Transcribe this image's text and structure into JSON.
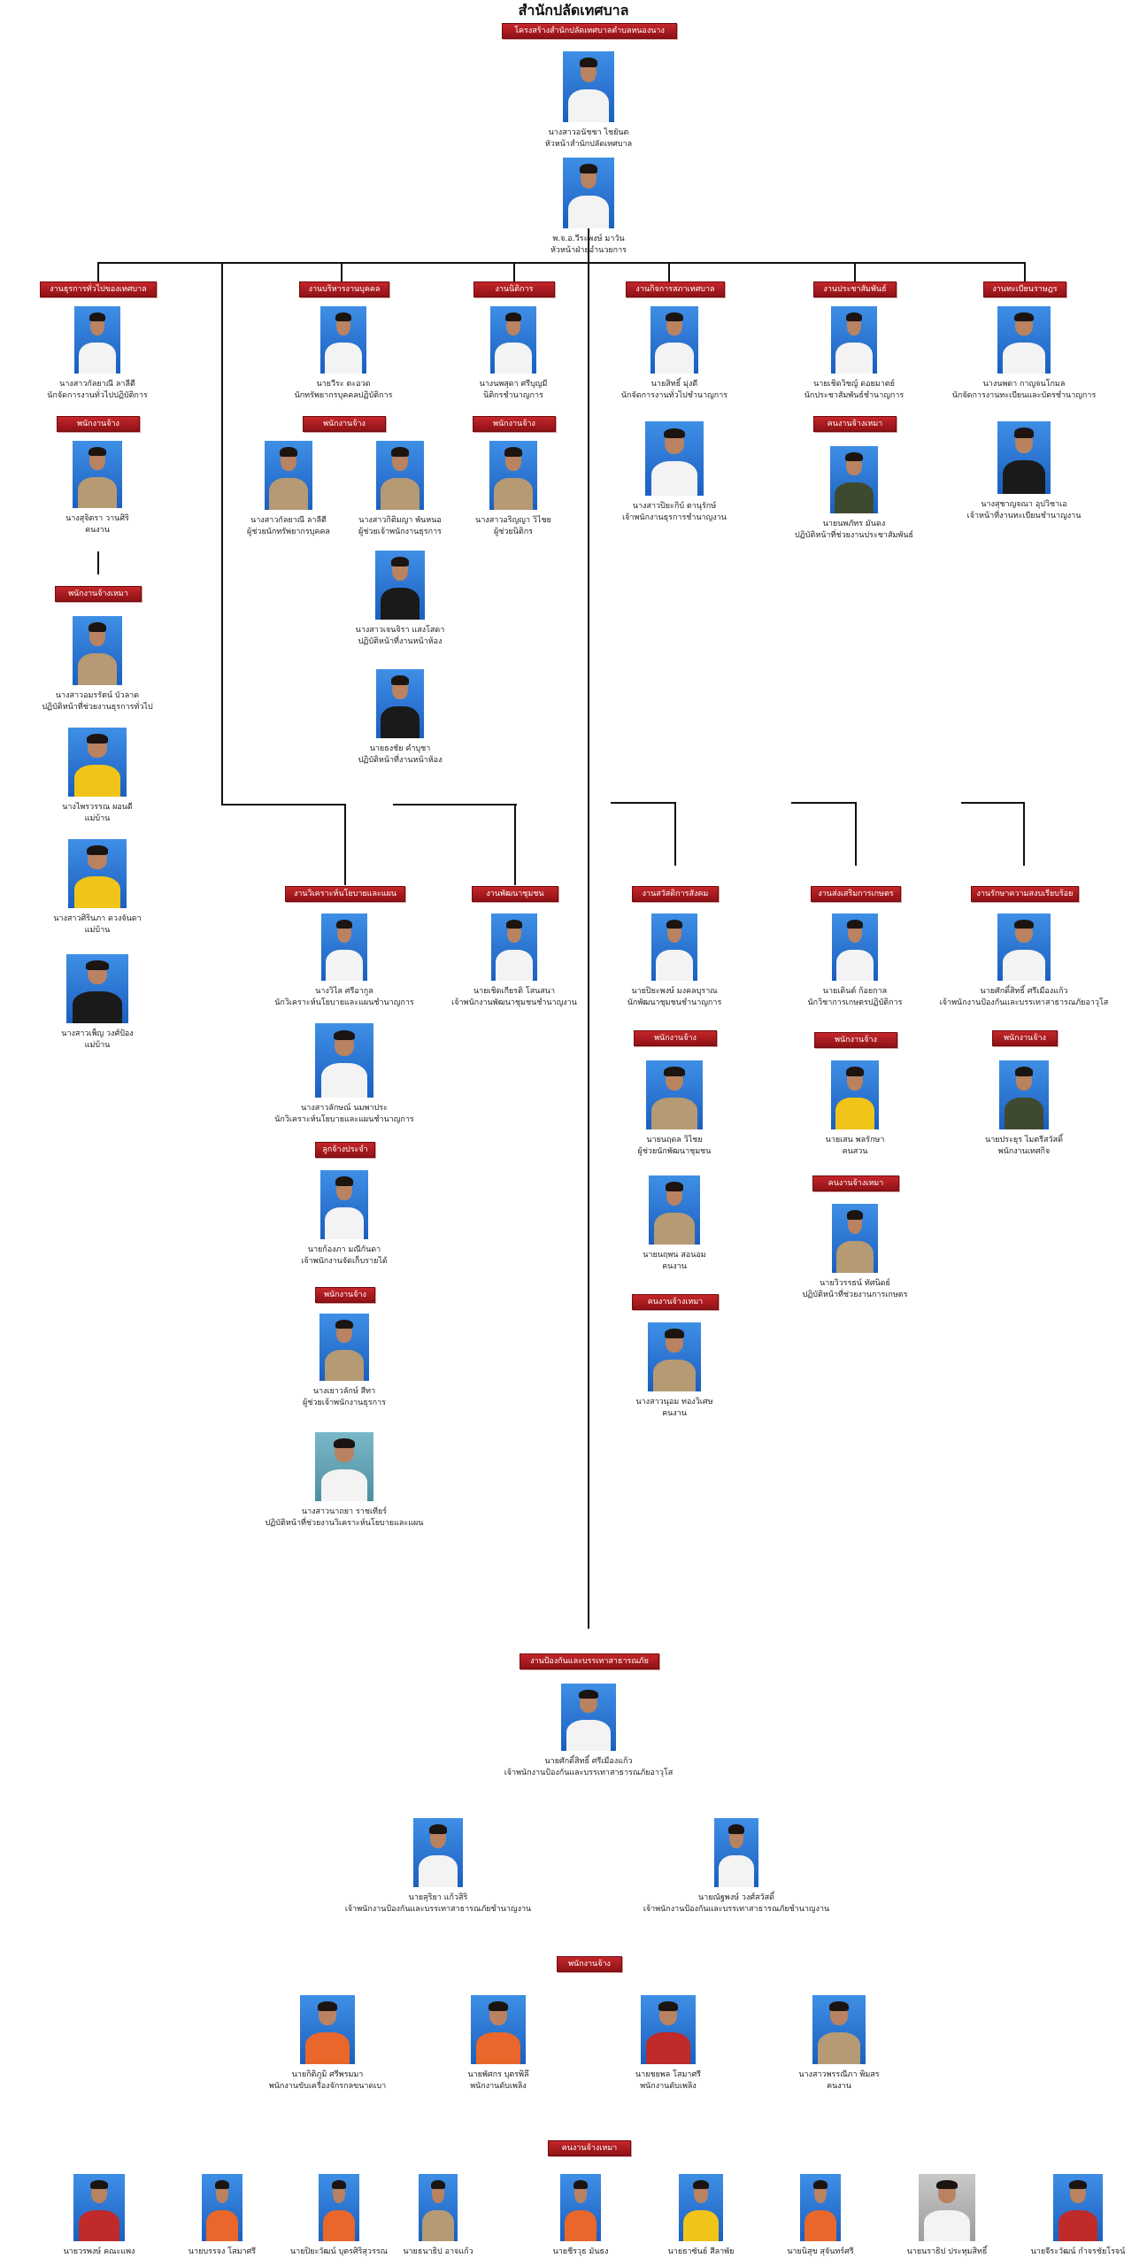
{
  "page_title": "สำนักปลัดเทศบาล",
  "top": {
    "banner": "โครงสร้างสำนักปลัดเทศบาลตำบลหนองนาง",
    "head": {
      "name": "นางสาวอนัชชา ไชยันต",
      "position": "หัวหน้าสำนักปลัดเทศบาล"
    },
    "admin": {
      "name": "พ.จ.อ.วีระพงษ์ มาวัน",
      "position": "หัวหน้าฝ่ายอำนวยการ"
    }
  },
  "sections": {
    "general": {
      "banner": "งานธุรการทั่วไปของเทศบาล",
      "officer": {
        "name": "นางสาวกัลยาณี ลาลีตี",
        "position": "นักจัดการงานทั่วไปปฏิบัติการ"
      },
      "staff_banner": "พนักงานจ้าง",
      "staff": {
        "name": "นางสุจิตรา วานศิริ",
        "position": "คนงาน"
      },
      "general_banner": "พนักงานจ้างเหมา",
      "general_staff": [
        {
          "name": "นางสาวอมรรัตน์ บัวลาด",
          "position": "ปฏิบัติหน้าที่ช่วยงานธุรการทั่วไป"
        },
        {
          "name": "นางไพรวรรณ ผอนดี",
          "position": "แม่บ้าน"
        },
        {
          "name": "นางสาวศิรินภา ดวงจันดา",
          "position": "แม่บ้าน"
        },
        {
          "name": "นางสาวเพ็ญ วงศ์ป้อง",
          "position": "แม่บ้าน"
        }
      ]
    },
    "personnel": {
      "banner": "งานบริหารงานบุคคล",
      "officer": {
        "name": "นายวีระ ตะอวด",
        "position": "นักทรัพยากรบุคคลปฏิบัติการ"
      },
      "staff_banner": "พนักงานจ้าง",
      "staff": [
        {
          "name": "นางสาวกัลยาณี ลาลีตี",
          "position": "ผู้ช่วยนักทรัพยากรบุคคล"
        },
        {
          "name": "นางสาวกิติมญา พันหนอ",
          "position": "ผู้ช่วยเจ้าพนักงานธุรการ"
        },
        {
          "name": "นางสาวเจนจิรา แสงโสดา",
          "position": "ปฏิบัติหน้าที่งานหน้าห้อง"
        },
        {
          "name": "นายธงชัย คำบุชา",
          "position": "ปฏิบัติหน้าที่งานหน้าห้อง"
        }
      ]
    },
    "legal": {
      "banner": "งานนิติการ",
      "officer": {
        "name": "นางนพสุดา ศรีบุญมี",
        "position": "นิติกรชำนาญการ"
      },
      "staff_banner": "พนักงานจ้าง",
      "staff": {
        "name": "นางสาวอริญญา วิไชย",
        "position": "ผู้ช่วยนิติกร"
      }
    },
    "council": {
      "banner": "งานกิจการสภาเทศบาล",
      "officer": {
        "name": "นายสิทธิ์ มุ่งดี",
        "position": "นักจัดการงานทั่วไปชำนาญการ"
      },
      "officer2": {
        "name": "นางสาวปิยะกิบ์ ตานุรักษ์",
        "position": "เจ้าพนักงานธุรการชำนาญงาน"
      }
    },
    "pr": {
      "banner": "งานประชาสัมพันธ์",
      "officer": {
        "name": "นายเชิดวิชญ์ ดอยมาตย์",
        "position": "นักประชาสัมพันธ์ชำนาญการ"
      },
      "staff_banner": "คนงานจ้างเหมา",
      "staff": {
        "name": "นายนพภัทร มันดง",
        "position": "ปฏิบัติหน้าที่ช่วยงานประชาสัมพันธ์"
      }
    },
    "registration": {
      "banner": "งานทะเบียนราษฎร",
      "officer": {
        "name": "นางนพดา กาญจนโกมล",
        "position": "นักจัดการงานทะเบียนและบัตรชำนาญการ"
      },
      "officer2": {
        "name": "นางสุชาญจณา อุปวิชาเอ",
        "position": "เจ้าหน้าที่งานทะเบียนชำนาญงาน"
      }
    },
    "policy": {
      "banner": "งานวิเคราะห์นโยบายและแผน",
      "officer": {
        "name": "นางวิไล ศรีอากูล",
        "position": "นักวิเคราะห์นโยบายและแผนชำนาญการ"
      },
      "officer2": {
        "name": "นางสาวลักษณ์ นมพาประ",
        "position": "นักวิเคราะห์นโยบายและแผนชำนาญการ"
      },
      "contract_banner": "ลูกจ้างประจำ",
      "contract": {
        "name": "นายก้องภา มณีกันดา",
        "position": "เจ้าพนักงานจัดเก็บรายได้"
      },
      "staff_banner": "พนักงานจ้าง",
      "staff": [
        {
          "name": "นางเยาวลักษ์ สีทา",
          "position": "ผู้ช่วยเจ้าพนักงานธุรการ"
        },
        {
          "name": "นางสาวนาถยา ราชเทียร์",
          "position": "ปฏิบัติหน้าที่ช่วยงานวิเคราะห์นโยบายและแผน"
        }
      ]
    },
    "community": {
      "banner": "งานพัฒนาชุมชน",
      "officer": {
        "name": "นายเชิดเกียรติ โสนสนา",
        "position": "เจ้าพนักงานพัฒนาชุมชนชำนาญงาน"
      }
    },
    "welfare": {
      "banner": "งานสวัสดิการสังคม",
      "officer": {
        "name": "นายปิยะพงษ์ มงคลบุราณ",
        "position": "นักพัฒนาชุมชนชำนาญการ"
      },
      "staff_banner": "พนักงานจ้าง",
      "staff": [
        {
          "name": "นายนฤดล วิไชย",
          "position": "ผู้ช่วยนักพัฒนาชุมชน"
        },
        {
          "name": "นายนฤพน สอนอม",
          "position": "คนงาน"
        }
      ],
      "general_banner": "คนงานจ้างเหมา",
      "general_staff": {
        "name": "นางสาวนุอม ทองวิเศษ",
        "position": "คนงาน"
      }
    },
    "agri": {
      "banner": "งานส่งเสริมการเกษตร",
      "officer": {
        "name": "นายเดินต์ ก้อยกาล",
        "position": "นักวิชาการเกษตรปฏิบัติการ"
      },
      "staff_banner": "พนักงานจ้าง",
      "staff": {
        "name": "นายเสน พลรักษา",
        "position": "คนสวน"
      },
      "general_banner": "คนงานจ้างเหมา",
      "general_staff": {
        "name": "นายวิวรรธน์ ทัศนิดย์",
        "position": "ปฏิบัติหน้าที่ช่วยงานการเกษตร"
      }
    },
    "order": {
      "banner": "งานรักษาความสงบเรียบร้อย",
      "officer": {
        "name": "นายศักดิ์สิทธิ์ ศรีเมืองแก้ว",
        "position": "เจ้าพนักงานป้องกันและบรรเทาสาธารณภัยอาวุโส"
      },
      "staff_banner": "พนักงานจ้าง",
      "staff": {
        "name": "นายประยุร ไมตรีสวัสดิ์",
        "position": "พนักงานเทศกิจ"
      }
    },
    "disaster": {
      "banner": "งานป้องกันและบรรเทาสาธารณภัย",
      "officer": {
        "name": "นายศักดิ์สิทธิ์ ศรีเมืองแก้ว",
        "position": "เจ้าพนักงานป้องกันและบรรเทาสาธารณภัยอาวุโส"
      },
      "officers2": [
        {
          "name": "นายสุริยา แก้วสิริ",
          "position": "เจ้าพนักงานป้องกันและบรรเทาสาธารณภัยชำนาญงาน"
        },
        {
          "name": "นายณัฐพงษ์ วงศ์สวัสดิ์",
          "position": "เจ้าพนักงานป้องกันและบรรเทาสาธารณภัยชำนาญงาน"
        }
      ],
      "staff_banner": "พนักงานจ้าง",
      "staff": [
        {
          "name": "นายกิติภูมิ ศรีพรมมา",
          "position": "พนักงานขับเครื่องจักรกลขนาดเบา"
        },
        {
          "name": "นายพัศกร บุตรพิลึ",
          "position": "พนักงานดับเพลิง"
        },
        {
          "name": "นายชยพล โสมาศรี",
          "position": "พนักงานดับเพลิง"
        },
        {
          "name": "นางสาวพรรณีภา พิมสร",
          "position": "คนงาน"
        }
      ],
      "general_banner": "คนงานจ้างเหมา",
      "general_staff": [
        {
          "name": "นายวรพงษ์ คณะแพง"
        },
        {
          "name": "นายบรรจง โสมาศรี"
        },
        {
          "name": "นายปิยะวัฒน์ บุตรศิริสุวรรณ"
        },
        {
          "name": "นายธนาธิป อาจแก้ว"
        },
        {
          "name": "นายชีรวุธ มันธง"
        },
        {
          "name": "นายธาซันย์ สีลาพัย"
        },
        {
          "name": "นายนิสุข สุจันทร์ศรี"
        },
        {
          "name": "นายนราธิป ประทุมสิทธิ์"
        },
        {
          "name": "นายจีระวัฒน์ กำจรชัยโรจน์"
        }
      ]
    }
  }
}
